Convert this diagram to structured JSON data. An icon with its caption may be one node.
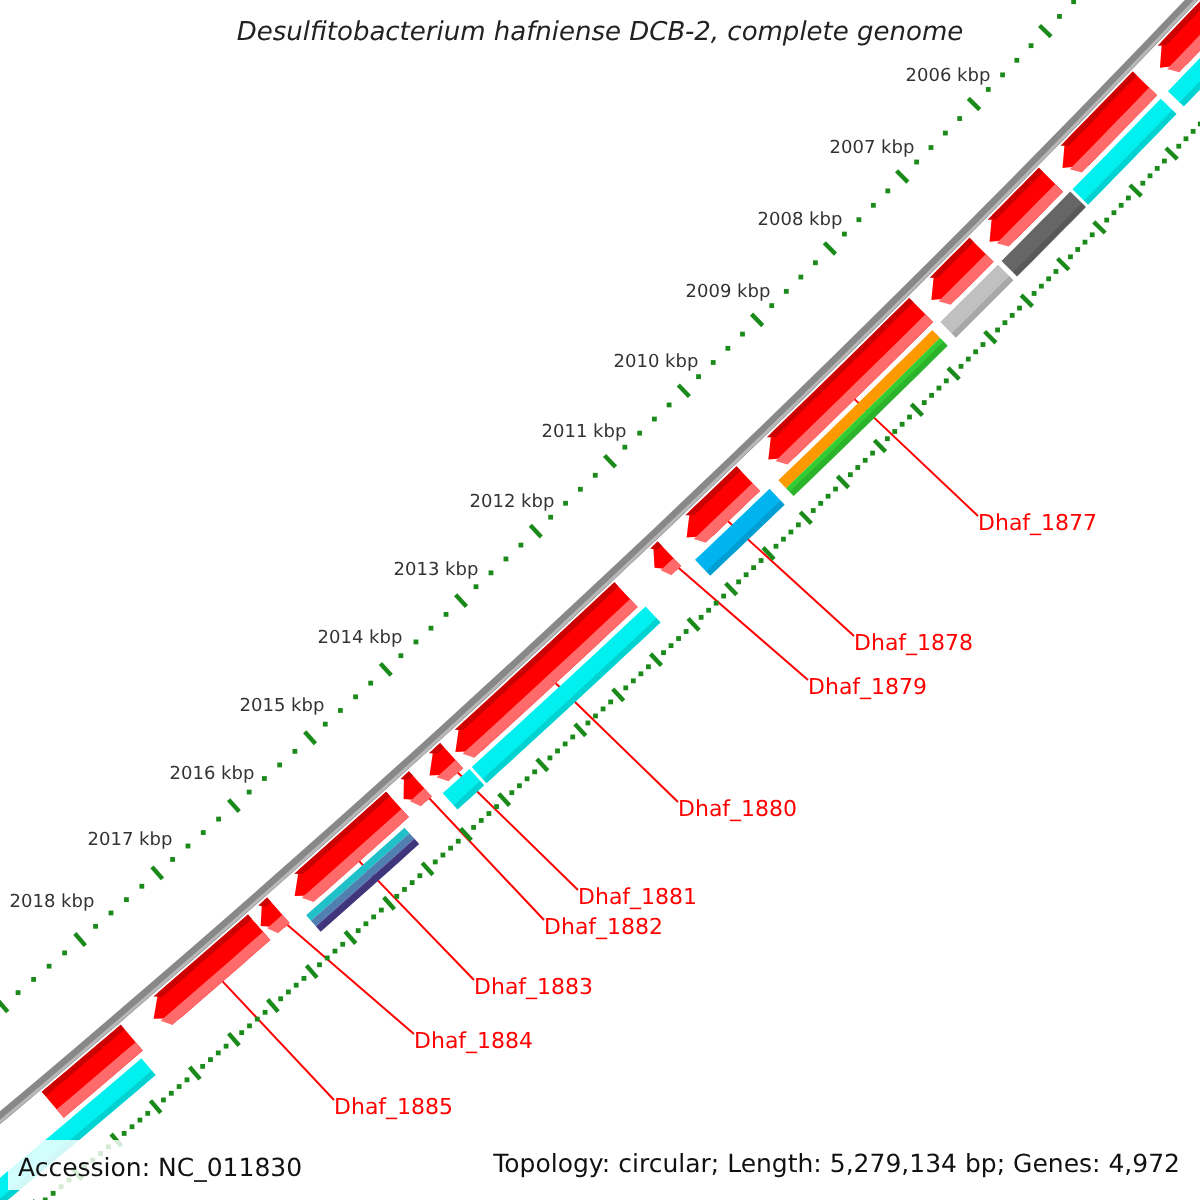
{
  "diagram": {
    "title": "Desulfitobacterium hafniense DCB-2, complete genome",
    "nodes": [
      {
        "text": [
          "Dhaf_1877"
        ]
      },
      {
        "text": [
          "Dhaf_1878"
        ]
      },
      {
        "text": [
          "Dhaf_1879"
        ]
      },
      {
        "text": [
          "Dhaf_1880"
        ]
      },
      {
        "text": [
          "Dhaf_1881"
        ]
      },
      {
        "text": [
          "Dhaf_1882"
        ]
      },
      {
        "text": [
          "Dhaf_1883"
        ]
      },
      {
        "text": [
          "Dhaf_1884"
        ]
      },
      {
        "text": [
          "Dhaf_1885"
        ]
      },
      {
        "text": [],
        "shape": "bar"
      },
      {
        "text": [],
        "shape": "bar"
      },
      {
        "text": [],
        "shape": "bar"
      },
      {
        "text": [],
        "shape": "bar"
      },
      {
        "text": [],
        "shape": "bar"
      },
      {
        "text": [],
        "shape": "bar"
      },
      {
        "text": [],
        "shape": "bar"
      },
      {
        "text": [],
        "shape": "bar"
      },
      {
        "text": [],
        "shape": "bar"
      },
      {
        "text": [],
        "shape": "bar"
      },
      {
        "text": [],
        "shape": "bar"
      },
      {
        "text": [],
        "shape": "bar"
      },
      {
        "text": [],
        "shape": "bar"
      },
      {
        "text": [],
        "shape": "bar"
      }
    ],
    "edges": [
      {
        "from": 0,
        "to": 13,
        "arrow": "none"
      },
      {
        "from": 1,
        "to": 14,
        "arrow": "none"
      },
      {
        "from": 2,
        "to": 15,
        "arrow": "none"
      },
      {
        "from": 3,
        "to": 16,
        "arrow": "none"
      },
      {
        "from": 4,
        "to": 17,
        "arrow": "none"
      },
      {
        "from": 5,
        "to": 18,
        "arrow": "none"
      },
      {
        "from": 6,
        "to": 19,
        "arrow": "none"
      },
      {
        "from": 7,
        "to": 20,
        "arrow": "none"
      },
      {
        "from": 8,
        "to": 21,
        "arrow": "none"
      }
    ],
    "labels": [
      "2006 kbp",
      "2007 kbp",
      "2008 kbp",
      "2009 kbp",
      "2010 kbp",
      "2011 kbp",
      "2012 kbp",
      "2013 kbp",
      "2014 kbp",
      "2015 kbp",
      "2016 kbp",
      "2017 kbp",
      "2018 kbp",
      "Accession: NC_011830",
      "Topology: circular; Length: 5,279,134 bp; Genes: 4,972"
    ]
  }
}
